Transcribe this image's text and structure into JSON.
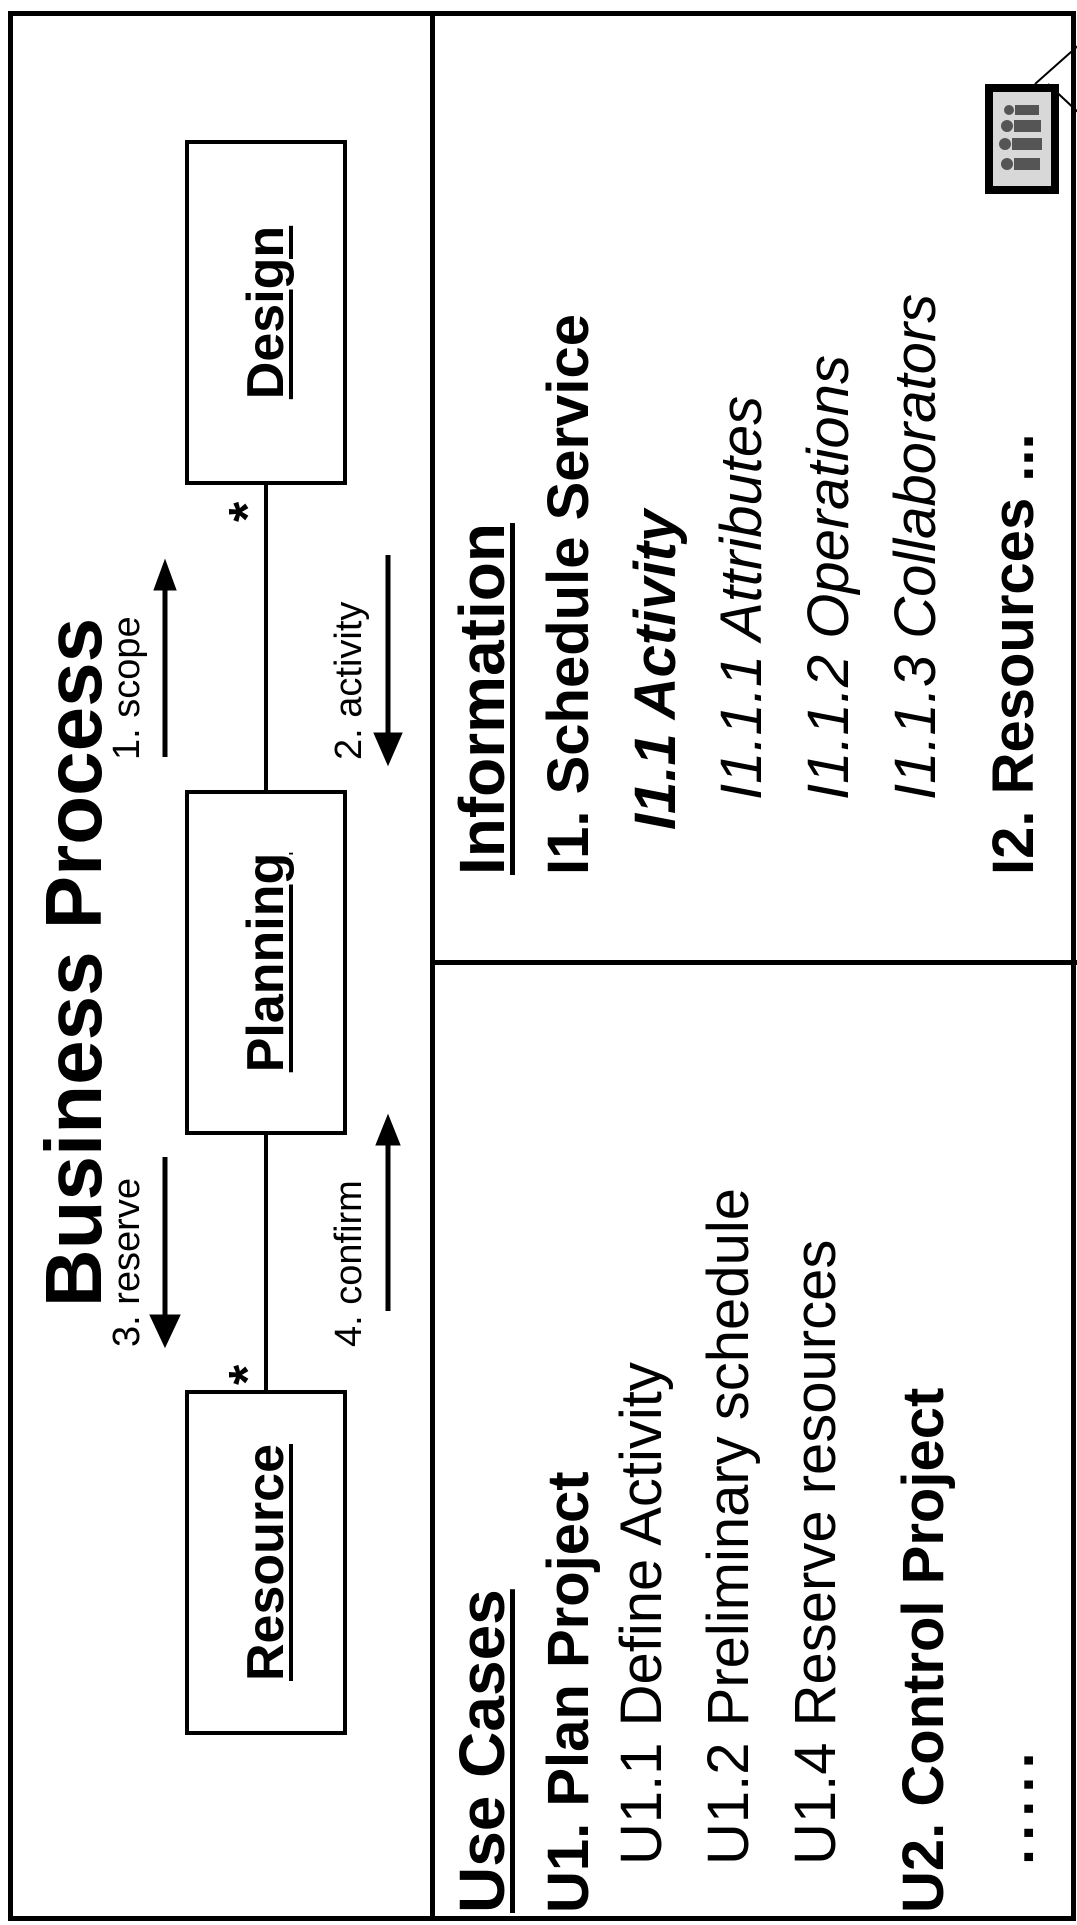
{
  "diagram": {
    "title": "Business Process",
    "boxes": {
      "resource": "Resource",
      "planning": "Planning",
      "design": "Design"
    },
    "multiplicity": "*",
    "messages": {
      "scope": "1. scope",
      "activity": "2. activity",
      "reserve": "3. reserve",
      "confirm": "4. confirm"
    }
  },
  "use_cases": {
    "heading": "Use Cases",
    "items": [
      "U1. Plan Project",
      "U1.1 Define Activity",
      "U1.2 Preliminary schedule",
      "U1.4 Reserve resources",
      "U2. Control Project",
      "....."
    ]
  },
  "information": {
    "heading": "Information",
    "items": [
      "I1. Schedule Service",
      "I1.1 Activity",
      "I1.1.1 Attributes",
      "I1.1.2 Operations",
      "I1.1.3 Collaborators",
      "I2. Resources ..."
    ]
  },
  "icons": {
    "collaborators_image": "people-icon"
  }
}
